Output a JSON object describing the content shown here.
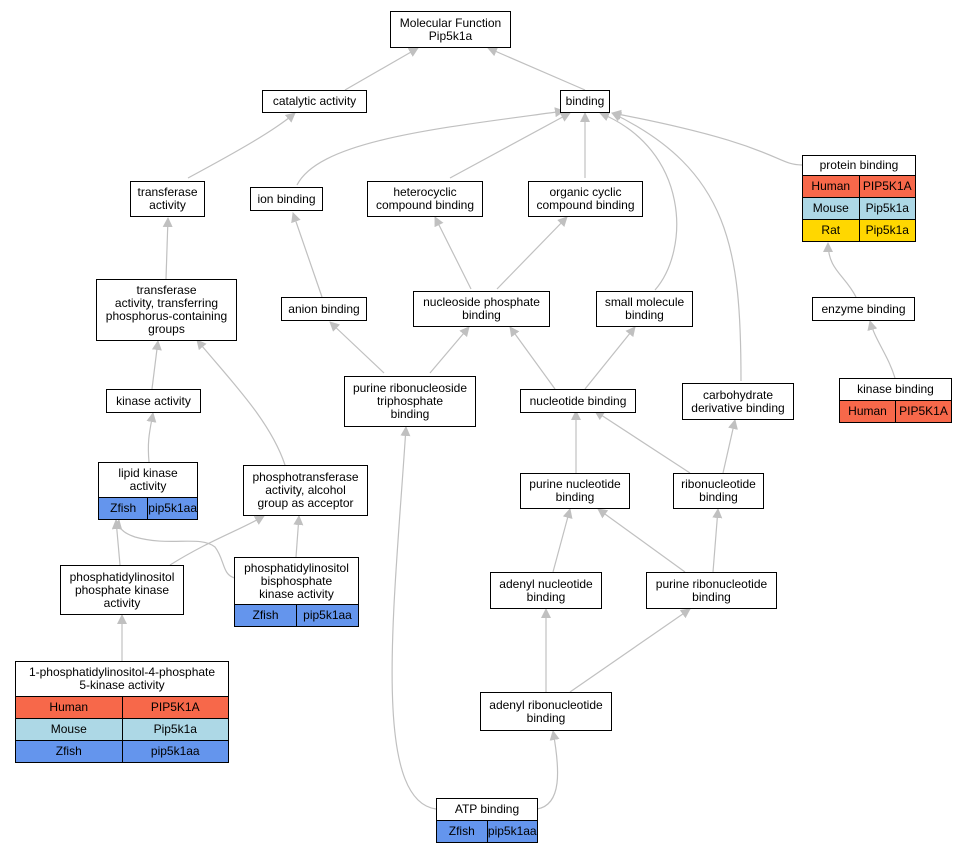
{
  "graph": {
    "nodes": {
      "mf": {
        "label": "Molecular Function\nPip5k1a",
        "rows": []
      },
      "catalytic": {
        "label": "catalytic activity",
        "rows": []
      },
      "binding": {
        "label": "binding",
        "rows": []
      },
      "transferase": {
        "label": "transferase\nactivity",
        "rows": []
      },
      "ion_binding": {
        "label": "ion binding",
        "rows": []
      },
      "heterocyclic": {
        "label": "heterocyclic\ncompound binding",
        "rows": []
      },
      "organic_cyclic": {
        "label": "organic cyclic\ncompound binding",
        "rows": []
      },
      "protein_binding": {
        "label": "protein binding",
        "rows": [
          {
            "species": "Human",
            "gene": "PIP5K1A"
          },
          {
            "species": "Mouse",
            "gene": "Pip5k1a"
          },
          {
            "species": "Rat",
            "gene": "Pip5k1a"
          }
        ]
      },
      "transferase_p": {
        "label": "transferase\nactivity, transferring\nphosphorus-containing\ngroups",
        "rows": []
      },
      "anion_binding": {
        "label": "anion binding",
        "rows": []
      },
      "nucleoside_phosphate": {
        "label": "nucleoside phosphate\nbinding",
        "rows": []
      },
      "small_molecule": {
        "label": "small molecule\nbinding",
        "rows": []
      },
      "enzyme_binding": {
        "label": "enzyme binding",
        "rows": []
      },
      "kinase_activity": {
        "label": "kinase activity",
        "rows": []
      },
      "purine_rntp": {
        "label": "purine ribonucleoside\ntriphosphate\nbinding",
        "rows": []
      },
      "nucleotide_binding": {
        "label": "nucleotide binding",
        "rows": []
      },
      "carbohydrate": {
        "label": "carbohydrate\nderivative binding",
        "rows": []
      },
      "kinase_binding": {
        "label": "kinase binding",
        "rows": [
          {
            "species": "Human",
            "gene": "PIP5K1A"
          }
        ]
      },
      "lipid_kinase": {
        "label": "lipid kinase\nactivity",
        "rows": [
          {
            "species": "Zfish",
            "gene": "pip5k1aa"
          }
        ]
      },
      "phosphotransferase": {
        "label": "phosphotransferase\nactivity, alcohol\ngroup as acceptor",
        "rows": []
      },
      "purine_nucleotide": {
        "label": "purine nucleotide\nbinding",
        "rows": []
      },
      "ribonucleotide": {
        "label": "ribonucleotide\nbinding",
        "rows": []
      },
      "pi_phosphate_kinase": {
        "label": "phosphatidylinositol\nphosphate kinase\nactivity",
        "rows": []
      },
      "pi_bisphosphate_kinase": {
        "label": "phosphatidylinositol\nbisphosphate\nkinase activity",
        "rows": [
          {
            "species": "Zfish",
            "gene": "pip5k1aa"
          }
        ]
      },
      "adenyl_nucleotide": {
        "label": "adenyl nucleotide\nbinding",
        "rows": []
      },
      "purine_ribonucleotide": {
        "label": "purine ribonucleotide\nbinding",
        "rows": []
      },
      "pi4p5k": {
        "label": "1-phosphatidylinositol-4-phosphate\n5-kinase activity",
        "rows": [
          {
            "species": "Human",
            "gene": "PIP5K1A"
          },
          {
            "species": "Mouse",
            "gene": "Pip5k1a"
          },
          {
            "species": "Zfish",
            "gene": "pip5k1aa"
          }
        ]
      },
      "adenyl_ribonucleotide": {
        "label": "adenyl ribonucleotide\nbinding",
        "rows": []
      },
      "atp_binding": {
        "label": "ATP binding",
        "rows": [
          {
            "species": "Zfish",
            "gene": "pip5k1aa"
          }
        ]
      }
    },
    "colors": {
      "Human": "#f7684a",
      "Mouse": "#add8e6",
      "Rat": "#ffd700",
      "Zfish": "#6495ed",
      "edge": "#c0c0c0"
    }
  }
}
